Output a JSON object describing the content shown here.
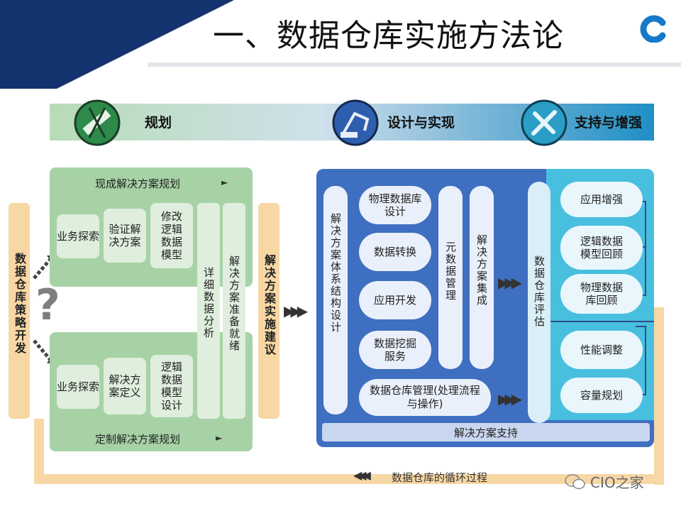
{
  "header": {
    "title": "一、数据仓库实施方法论"
  },
  "phases": [
    {
      "label": "规划",
      "icon": "compass-ruler-icon"
    },
    {
      "label": "设计与实现",
      "icon": "excavator-icon"
    },
    {
      "label": "支持与增强",
      "icon": "tools-icon"
    }
  ],
  "left": {
    "strategy": "数据仓库策略开发",
    "question": "?",
    "top_panel": {
      "title": "现成解决方案规划",
      "boxes": [
        "业务探索",
        "验证解决方案",
        "修改逻辑数据模型"
      ]
    },
    "bottom_panel": {
      "title": "定制解决方案规划",
      "boxes": [
        "业务探索",
        "解决方案定义",
        "逻辑数据模型设计"
      ]
    },
    "col_detail": "详细数据分析",
    "col_ready": "解决方案准备就绪",
    "recommend": "解决方案实施建议"
  },
  "design": {
    "arch": "解决方案体系结构设计",
    "pills": [
      "物理数据库设计",
      "数据转换",
      "应用开发",
      "数据挖掘服务"
    ],
    "metadata": "元数据管理",
    "integration": "解决方案集成",
    "dw_mgmt": "数据仓库管理(处理流程与操作)",
    "dw_eval": "数据仓库评估",
    "support": "解决方案支持",
    "right_pills": [
      "应用增强",
      "逻辑数据模型回顾",
      "物理数据库回顾",
      "性能调整",
      "容量规划"
    ]
  },
  "footer": {
    "cycle": "数据仓库的循环过程",
    "watermark": "CIO之家"
  },
  "colors": {
    "green_panel": "#a7d2a6",
    "blue_panel": "#3f6fc0",
    "cyan_panel": "#49bfe0",
    "orange_bar": "#f7d7a4"
  }
}
